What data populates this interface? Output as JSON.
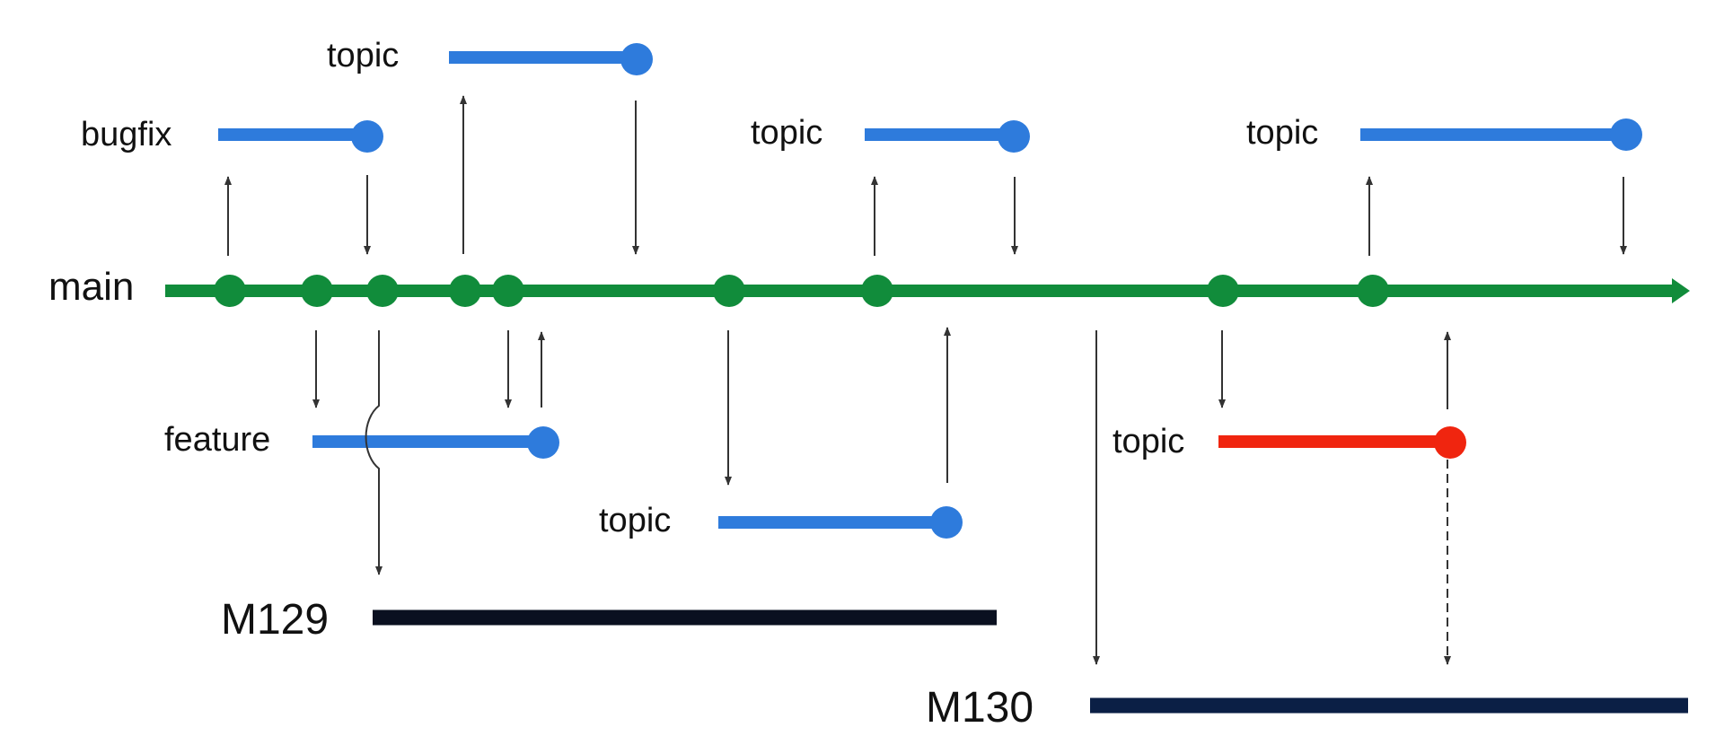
{
  "colors": {
    "main": "#118c3b",
    "branch": "#2e7bdc",
    "hotfix": "#f0250f",
    "m129": "#0a1020",
    "m130": "#0b1f45",
    "arrow": "#333333"
  },
  "labels": {
    "main": "main",
    "bugfix": "bugfix",
    "feature": "feature",
    "topic_1": "topic",
    "topic_2": "topic",
    "topic_3": "topic",
    "topic_4": "topic",
    "topic_5": "topic",
    "m129": "M129",
    "m130": "M130"
  }
}
